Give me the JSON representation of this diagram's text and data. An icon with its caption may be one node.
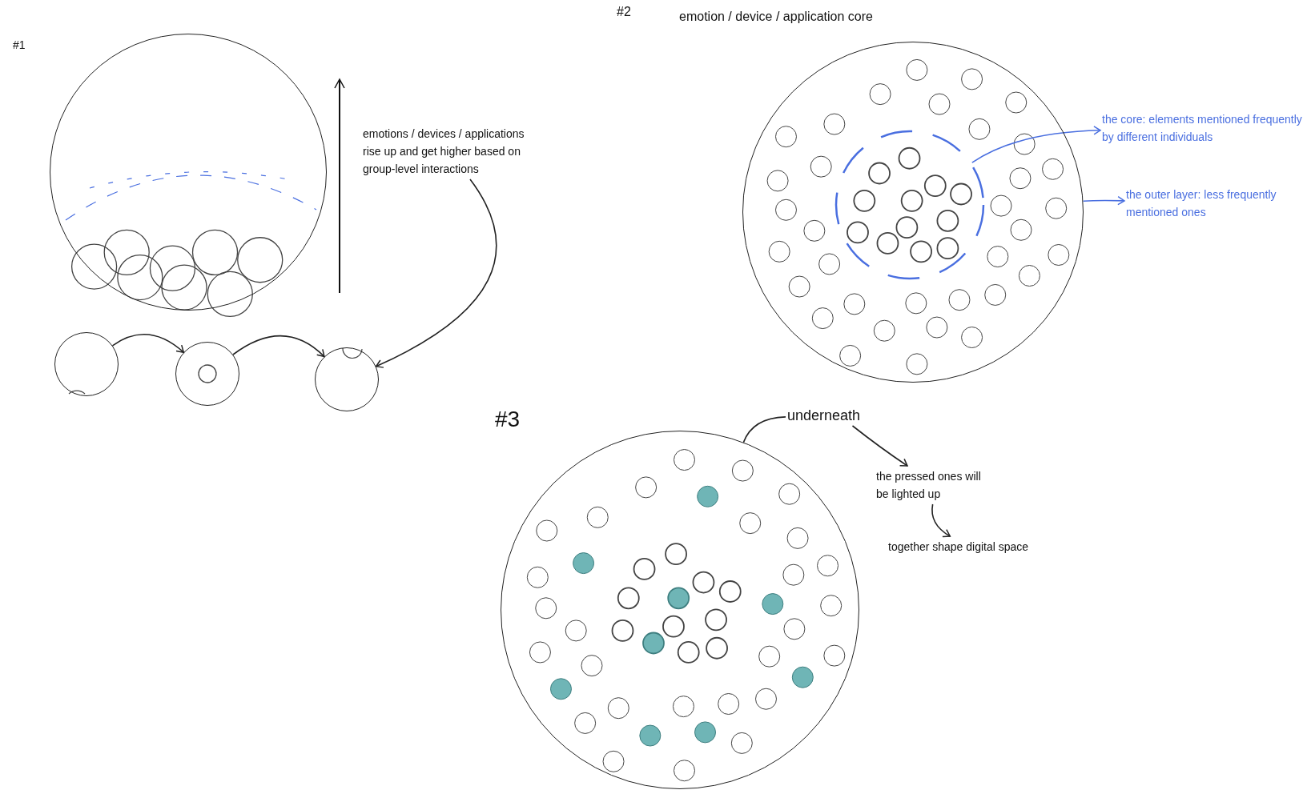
{
  "diagram": {
    "nodes": [
      {
        "text": [],
        "shape": "circle"
      },
      {
        "text": [
          "emotions / devices / applications rise up and get higher based on group-level interactions"
        ]
      },
      {
        "text": [],
        "shape": "circle"
      },
      {
        "text": [],
        "shape": "circle"
      },
      {
        "text": [],
        "shape": "circle"
      },
      {
        "text": [],
        "shape": "circle"
      },
      {
        "text": [],
        "shape": "circle",
        "in": 5
      },
      {
        "text": [
          "the core: elements mentioned frequently by different individuals"
        ]
      },
      {
        "text": [
          "the outer layer: less frequently mentioned ones"
        ]
      },
      {
        "text": [],
        "shape": "circle"
      },
      {
        "text": [
          "underneath"
        ]
      },
      {
        "text": [
          "the pressed ones will be lighted up"
        ]
      },
      {
        "text": [
          "together shape digital space"
        ]
      }
    ],
    "edges": [
      {
        "from": 2,
        "to": 3,
        "arrow": "to"
      },
      {
        "from": 3,
        "to": 4,
        "arrow": "to"
      },
      {
        "from": 1,
        "to": 4,
        "arrow": "to"
      },
      {
        "from": 6,
        "to": 7,
        "arrow": "to",
        "color": "#4a6fe0"
      },
      {
        "from": 5,
        "to": 8,
        "arrow": "to",
        "color": "#4a6fe0"
      },
      {
        "from": 10,
        "to": 9,
        "arrow": "none"
      },
      {
        "from": 10,
        "to": 11,
        "arrow": "to"
      },
      {
        "from": 11,
        "to": 12,
        "arrow": "to"
      }
    ],
    "labels": [
      "#1",
      "#2",
      "emotion / device / application core",
      "#3"
    ]
  }
}
